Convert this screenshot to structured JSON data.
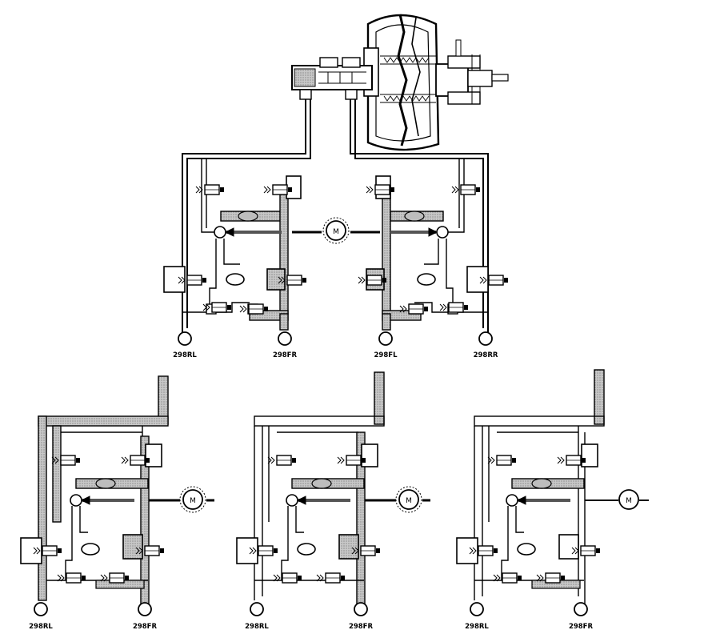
{
  "colors": {
    "line": "#000000",
    "pressure_fill": "#bdbdbd",
    "background": "#ffffff"
  },
  "motor_label": "M",
  "wheel_labels": {
    "rl": "298RL",
    "fr": "298FR",
    "fl": "298FL",
    "rr": "298RR"
  },
  "icons": [
    "brake-booster-icon",
    "motor-icon",
    "valve-icon",
    "pump-icon",
    "accumulator-icon",
    "wheel-sensor-icon"
  ]
}
